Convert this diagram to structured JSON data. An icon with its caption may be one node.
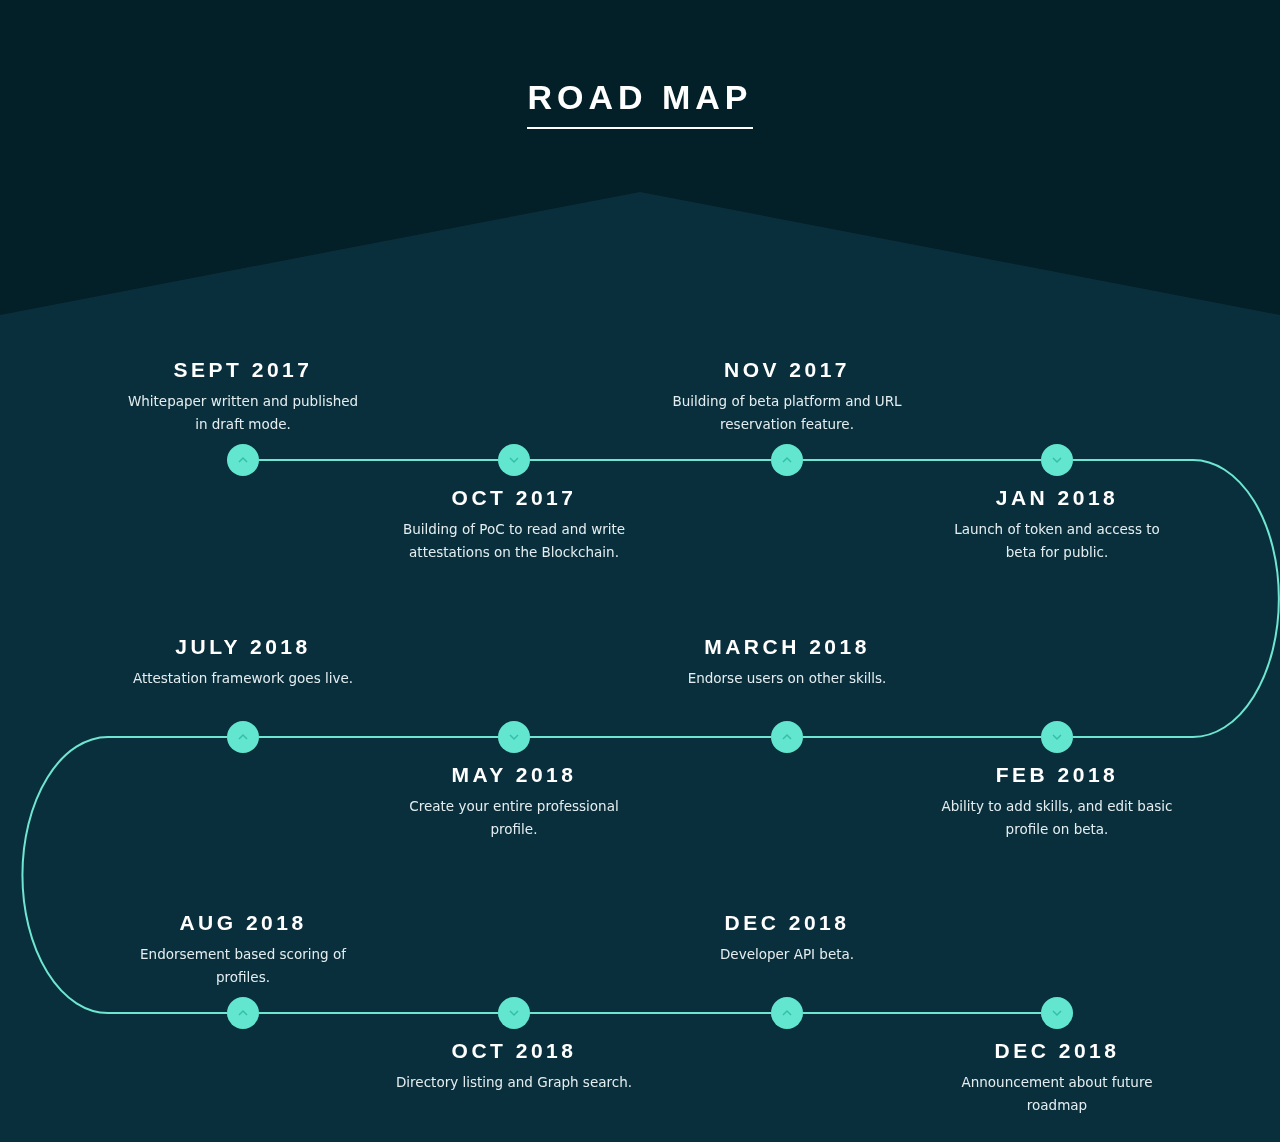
{
  "diagram": {
    "title": "ROAD MAP",
    "nodes": [
      {
        "text": [],
        "shape": "circle",
        "beside": [
          "SEPT 2017",
          "Whitepaper written and published in draft mode."
        ]
      },
      {
        "text": [],
        "shape": "circle",
        "beside": [
          "OCT 2017",
          "Building of PoC to read and write attestations on the Blockchain."
        ]
      },
      {
        "text": [],
        "shape": "circle",
        "beside": [
          "NOV 2017",
          "Building of beta platform and URL reservation feature."
        ]
      },
      {
        "text": [],
        "shape": "circle",
        "beside": [
          "JAN 2018",
          "Launch of token and access to beta for public."
        ]
      },
      {
        "text": [],
        "shape": "circle",
        "beside": [
          "FEB 2018",
          "Ability to add skills, and edit basic profile on beta."
        ]
      },
      {
        "text": [],
        "shape": "circle",
        "beside": [
          "MARCH 2018",
          "Endorse users on other skills."
        ]
      },
      {
        "text": [],
        "shape": "circle",
        "beside": [
          "MAY 2018",
          "Create your entire professional profile."
        ]
      },
      {
        "text": [],
        "shape": "circle",
        "beside": [
          "JULY 2018",
          "Attestation framework goes live."
        ]
      },
      {
        "text": [],
        "shape": "circle",
        "beside": [
          "AUG 2018",
          "Endorsement based scoring of profiles."
        ]
      },
      {
        "text": [],
        "shape": "circle",
        "beside": [
          "OCT 2018",
          "Directory listing and Graph search."
        ]
      },
      {
        "text": [],
        "shape": "circle",
        "beside": [
          "DEC 2018",
          "Developer API beta."
        ]
      },
      {
        "text": [],
        "shape": "circle",
        "beside": [
          "DEC 2018",
          "Announcement about future roadmap"
        ]
      }
    ],
    "edges": [
      {
        "from": 0,
        "to": 1,
        "arrow": "none"
      },
      {
        "from": 1,
        "to": 2,
        "arrow": "none"
      },
      {
        "from": 2,
        "to": 3,
        "arrow": "none"
      },
      {
        "from": 3,
        "to": 4,
        "arrow": "none"
      },
      {
        "from": 4,
        "to": 5,
        "arrow": "none"
      },
      {
        "from": 5,
        "to": 6,
        "arrow": "none"
      },
      {
        "from": 6,
        "to": 7,
        "arrow": "none"
      },
      {
        "from": 7,
        "to": 8,
        "arrow": "none"
      },
      {
        "from": 8,
        "to": 9,
        "arrow": "none"
      },
      {
        "from": 9,
        "to": 10,
        "arrow": "none"
      },
      {
        "from": 10,
        "to": 11,
        "arrow": "none"
      }
    ]
  }
}
